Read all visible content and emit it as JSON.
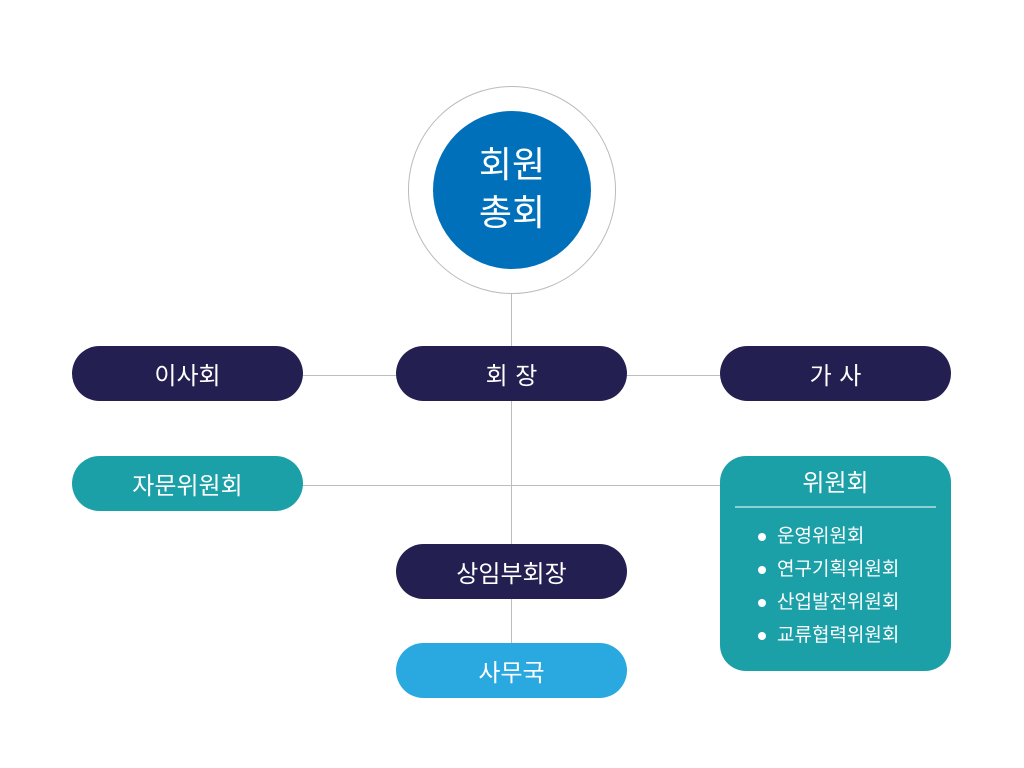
{
  "general_assembly": {
    "line1": "회원",
    "line2": "총회"
  },
  "board": "이사회",
  "president": "회 장",
  "secretary": "가 사",
  "advisory": "자문위원회",
  "committee": {
    "title": "위원회",
    "items": [
      "운영위원회",
      "연구기획위원회",
      "산업발전위원회",
      "교류협력위원회"
    ]
  },
  "vice_president": "상임부회장",
  "office": "사무국",
  "colors": {
    "navy": "#231f50",
    "teal": "#1ca0a8",
    "blue": "#0070bb",
    "sky": "#29a9e0"
  }
}
